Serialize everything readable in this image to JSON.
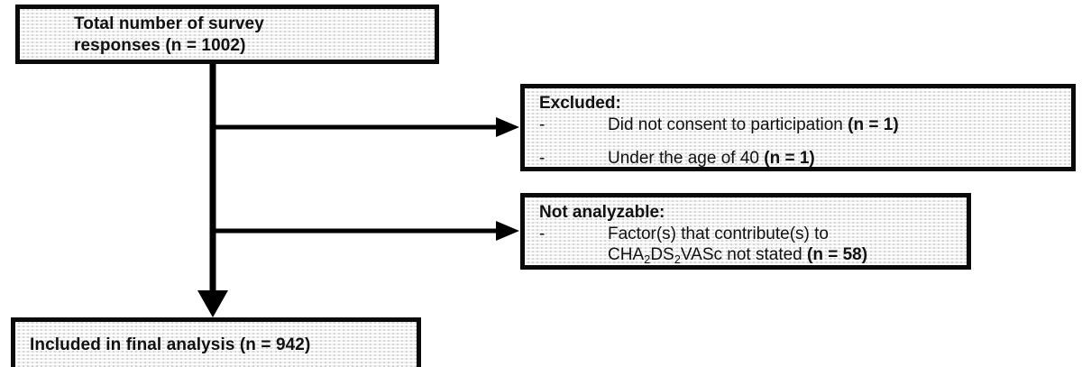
{
  "diagram": {
    "type": "flowchart",
    "title": "Survey response inclusion flow diagram",
    "colors": {
      "box_border": "#0a0a0a",
      "box_fill": "#ececec",
      "connector": "#000000",
      "text": "#111111",
      "background": "#ffffff"
    },
    "nodes": [
      {
        "id": "total",
        "name": "total-responses-box",
        "text": "Total number of survey responses (n = 1002)",
        "line1": "Total number of survey",
        "line2": "responses (n = 1002)",
        "count": 1002
      },
      {
        "id": "excluded",
        "name": "excluded-box",
        "heading": "Excluded:",
        "bullets": [
          {
            "dash": "-",
            "text": "Did not consent to participation ",
            "bold_suffix": "(n = 1)",
            "count": 1
          },
          {
            "dash": "-",
            "text": "Under the age of 40 ",
            "bold_suffix": "(n = 1)",
            "count": 1
          }
        ]
      },
      {
        "id": "not_analyzable",
        "name": "not-analyzable-box",
        "heading": "Not analyzable:",
        "bullets": [
          {
            "dash": "-",
            "line1": "Factor(s) that contribute(s) to",
            "line2_prefix": "CHA",
            "line2_sub1": "2",
            "line2_mid1": "DS",
            "line2_sub2": "2",
            "line2_mid2": "VASc not stated ",
            "bold_suffix": "(n = 58)",
            "count": 58
          }
        ]
      },
      {
        "id": "included",
        "name": "included-final-box",
        "text": "Included in final analysis (n = 942)",
        "count": 942
      }
    ],
    "connectors": [
      {
        "name": "trunk-vertical",
        "from": "total",
        "to": "included",
        "style": "solid"
      },
      {
        "name": "branch-to-excluded",
        "from": "trunk",
        "to": "excluded",
        "style": "solid-arrow-right"
      },
      {
        "name": "branch-to-not-analyzable",
        "from": "trunk",
        "to": "not_analyzable",
        "style": "solid-arrow-right"
      },
      {
        "name": "trunk-arrow-down",
        "from": "trunk",
        "to": "included",
        "style": "solid-arrow-down"
      }
    ]
  }
}
